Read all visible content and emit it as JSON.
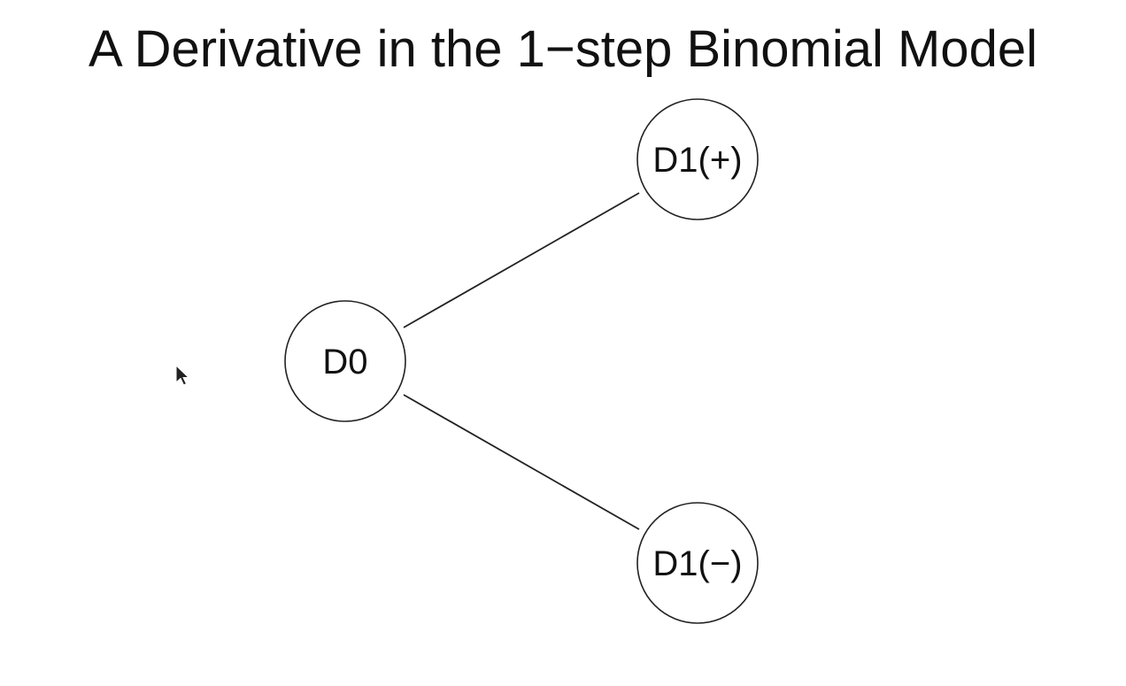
{
  "title": "A Derivative in the 1−step Binomial Model",
  "nodes": [
    {
      "id": "d0",
      "label": "D0"
    },
    {
      "id": "d1-up",
      "label": "D1(+)"
    },
    {
      "id": "d1-down",
      "label": "D1(−)"
    }
  ],
  "edges": [
    {
      "from": "d0",
      "to": "d1-up"
    },
    {
      "from": "d0",
      "to": "d1-down"
    }
  ],
  "icons": {
    "cursor": "mouse-pointer-icon"
  }
}
